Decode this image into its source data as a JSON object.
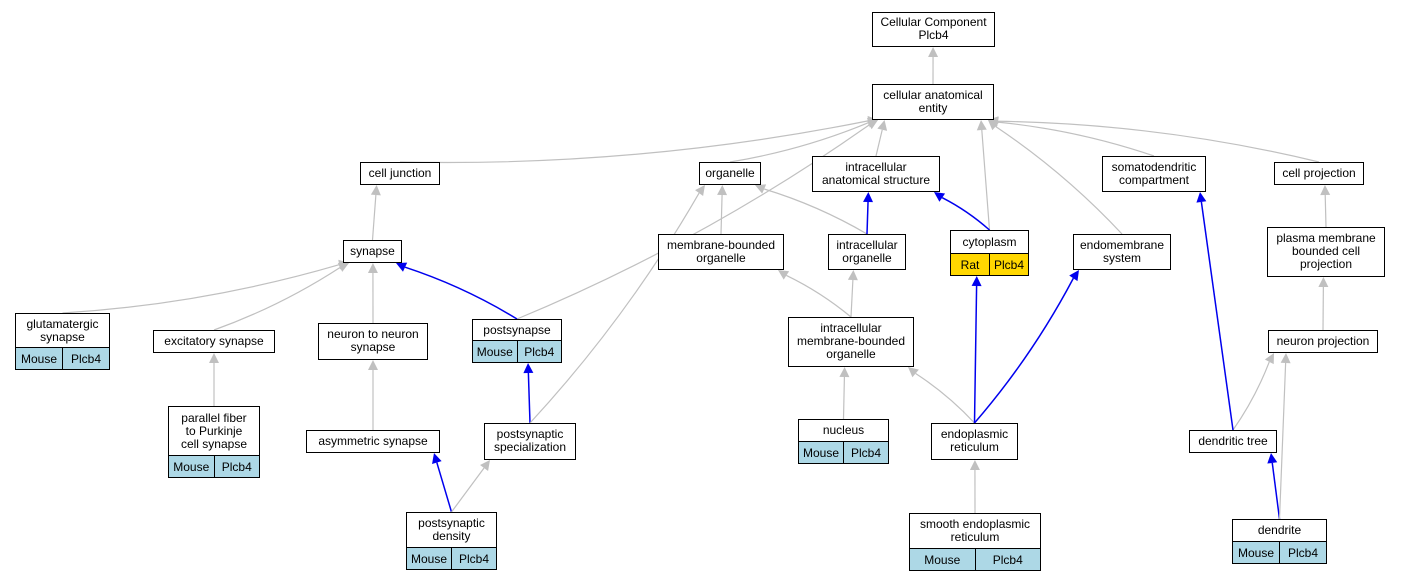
{
  "colors": {
    "edge_default": "#c0c0c0",
    "edge_highlight": "#0000ee",
    "badge_mouse": "#add8e6",
    "badge_rat": "#ffd700"
  },
  "nodes": {
    "cellular_component": {
      "label": "Cellular Component\nPlcb4"
    },
    "cellular_anatomical_entity": {
      "label": "cellular anatomical\nentity"
    },
    "cell_junction": {
      "label": "cell junction"
    },
    "organelle": {
      "label": "organelle"
    },
    "intracellular_anatomical_structure": {
      "label": "intracellular\nanatomical structure"
    },
    "somatodendritic_compartment": {
      "label": "somatodendritic\ncompartment"
    },
    "cell_projection": {
      "label": "cell projection"
    },
    "synapse": {
      "label": "synapse"
    },
    "membrane_bounded_organelle": {
      "label": "membrane-bounded\norganelle"
    },
    "intracellular_organelle": {
      "label": "intracellular\norganelle"
    },
    "cytoplasm": {
      "label": "cytoplasm",
      "species": "Rat",
      "gene": "Plcb4"
    },
    "endomembrane_system": {
      "label": "endomembrane\nsystem"
    },
    "plasma_membrane_bounded_cell_projection": {
      "label": "plasma membrane\nbounded cell\nprojection"
    },
    "glutamatergic_synapse": {
      "label": "glutamatergic\nsynapse",
      "species": "Mouse",
      "gene": "Plcb4"
    },
    "excitatory_synapse": {
      "label": "excitatory synapse"
    },
    "neuron_to_neuron_synapse": {
      "label": "neuron to neuron\nsynapse"
    },
    "postsynapse": {
      "label": "postsynapse",
      "species": "Mouse",
      "gene": "Plcb4"
    },
    "intracellular_membrane_bounded_organelle": {
      "label": "intracellular\nmembrane-bounded\norganelle"
    },
    "neuron_projection": {
      "label": "neuron projection"
    },
    "parallel_fiber_synapse": {
      "label": "parallel fiber\nto Purkinje\ncell synapse",
      "species": "Mouse",
      "gene": "Plcb4"
    },
    "asymmetric_synapse": {
      "label": "asymmetric synapse"
    },
    "postsynaptic_specialization": {
      "label": "postsynaptic\nspecialization"
    },
    "nucleus": {
      "label": "nucleus",
      "species": "Mouse",
      "gene": "Plcb4"
    },
    "endoplasmic_reticulum": {
      "label": "endoplasmic\nreticulum"
    },
    "dendritic_tree": {
      "label": "dendritic tree"
    },
    "postsynaptic_density": {
      "label": "postsynaptic\ndensity",
      "species": "Mouse",
      "gene": "Plcb4"
    },
    "smooth_endoplasmic_reticulum": {
      "label": "smooth endoplasmic\nreticulum",
      "species": "Mouse",
      "gene": "Plcb4"
    },
    "dendrite": {
      "label": "dendrite",
      "species": "Mouse",
      "gene": "Plcb4"
    }
  },
  "edges": [
    {
      "from": "cellular_anatomical_entity",
      "to": "cellular_component",
      "highlight": false
    },
    {
      "from": "cell_junction",
      "to": "cellular_anatomical_entity",
      "highlight": false
    },
    {
      "from": "organelle",
      "to": "cellular_anatomical_entity",
      "highlight": false
    },
    {
      "from": "intracellular_anatomical_structure",
      "to": "cellular_anatomical_entity",
      "highlight": false
    },
    {
      "from": "cytoplasm",
      "to": "cellular_anatomical_entity",
      "highlight": false
    },
    {
      "from": "endomembrane_system",
      "to": "cellular_anatomical_entity",
      "highlight": false
    },
    {
      "from": "somatodendritic_compartment",
      "to": "cellular_anatomical_entity",
      "highlight": false
    },
    {
      "from": "cell_projection",
      "to": "cellular_anatomical_entity",
      "highlight": false
    },
    {
      "from": "postsynapse",
      "to": "cellular_anatomical_entity",
      "highlight": false
    },
    {
      "from": "synapse",
      "to": "cell_junction",
      "highlight": false
    },
    {
      "from": "glutamatergic_synapse",
      "to": "synapse",
      "highlight": false
    },
    {
      "from": "excitatory_synapse",
      "to": "synapse",
      "highlight": false
    },
    {
      "from": "neuron_to_neuron_synapse",
      "to": "synapse",
      "highlight": false
    },
    {
      "from": "postsynapse",
      "to": "synapse",
      "highlight": true
    },
    {
      "from": "parallel_fiber_synapse",
      "to": "excitatory_synapse",
      "highlight": false
    },
    {
      "from": "asymmetric_synapse",
      "to": "neuron_to_neuron_synapse",
      "highlight": false
    },
    {
      "from": "postsynaptic_density",
      "to": "asymmetric_synapse",
      "highlight": true
    },
    {
      "from": "postsynaptic_specialization",
      "to": "postsynapse",
      "highlight": true
    },
    {
      "from": "postsynaptic_specialization",
      "to": "organelle",
      "highlight": false
    },
    {
      "from": "postsynaptic_density",
      "to": "postsynaptic_specialization",
      "highlight": false
    },
    {
      "from": "membrane_bounded_organelle",
      "to": "organelle",
      "highlight": false
    },
    {
      "from": "intracellular_organelle",
      "to": "organelle",
      "highlight": false
    },
    {
      "from": "intracellular_organelle",
      "to": "intracellular_anatomical_structure",
      "highlight": true
    },
    {
      "from": "cytoplasm",
      "to": "intracellular_anatomical_structure",
      "highlight": true
    },
    {
      "from": "intracellular_membrane_bounded_organelle",
      "to": "membrane_bounded_organelle",
      "highlight": false
    },
    {
      "from": "intracellular_membrane_bounded_organelle",
      "to": "intracellular_organelle",
      "highlight": false
    },
    {
      "from": "nucleus",
      "to": "intracellular_membrane_bounded_organelle",
      "highlight": false
    },
    {
      "from": "endoplasmic_reticulum",
      "to": "intracellular_membrane_bounded_organelle",
      "highlight": false
    },
    {
      "from": "endoplasmic_reticulum",
      "to": "cytoplasm",
      "highlight": true
    },
    {
      "from": "endoplasmic_reticulum",
      "to": "endomembrane_system",
      "highlight": true
    },
    {
      "from": "smooth_endoplasmic_reticulum",
      "to": "endoplasmic_reticulum",
      "highlight": false
    },
    {
      "from": "plasma_membrane_bounded_cell_projection",
      "to": "cell_projection",
      "highlight": false
    },
    {
      "from": "neuron_projection",
      "to": "plasma_membrane_bounded_cell_projection",
      "highlight": false
    },
    {
      "from": "dendritic_tree",
      "to": "neuron_projection",
      "highlight": false
    },
    {
      "from": "dendritic_tree",
      "to": "somatodendritic_compartment",
      "highlight": true
    },
    {
      "from": "dendrite",
      "to": "dendritic_tree",
      "highlight": true
    },
    {
      "from": "dendrite",
      "to": "neuron_projection",
      "highlight": false
    }
  ]
}
